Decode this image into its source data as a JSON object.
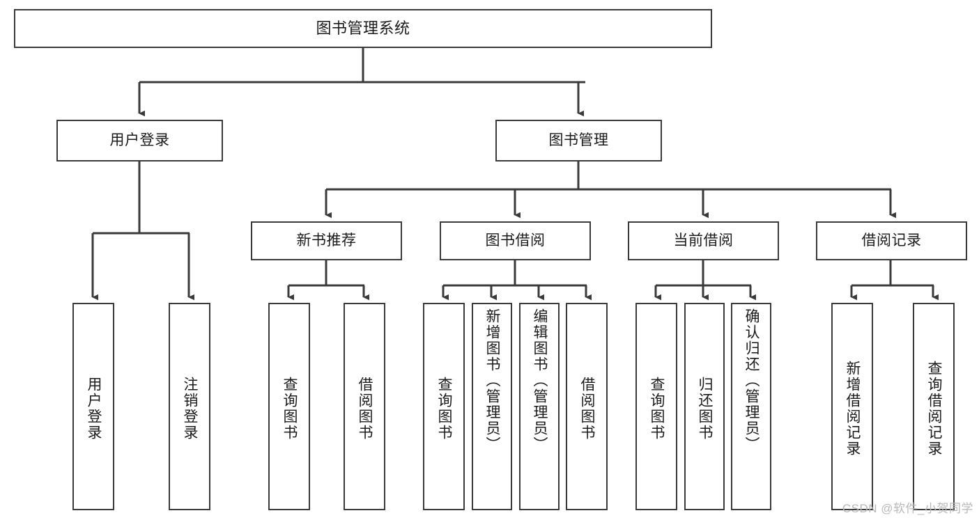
{
  "diagram": {
    "title": "图书管理系统",
    "type": "tree-hierarchy",
    "colors": {
      "stroke": "#3a3a3a",
      "fill": "#ffffff",
      "text": "#1a1a1a",
      "watermark": "#b8b8b8"
    },
    "root": {
      "label": "图书管理系统"
    },
    "level2": [
      {
        "label": "用户登录"
      },
      {
        "label": "图书管理"
      }
    ],
    "level3": [
      {
        "label": "新书推荐"
      },
      {
        "label": "图书借阅"
      },
      {
        "label": "当前借阅"
      },
      {
        "label": "借阅记录"
      }
    ],
    "leaves": {
      "user_login": [
        {
          "label": "用户登录"
        },
        {
          "label": "注销登录"
        }
      ],
      "new_book_recommend": [
        {
          "label": "查询图书"
        },
        {
          "label": "借阅图书"
        }
      ],
      "book_borrow": [
        {
          "label": "查询图书"
        },
        {
          "label": "新增图书（管理员）"
        },
        {
          "label": "编辑图书（管理员）"
        },
        {
          "label": "借阅图书"
        }
      ],
      "current_borrow": [
        {
          "label": "查询图书"
        },
        {
          "label": "归还图书"
        },
        {
          "label": "确认归还（管理员）"
        }
      ],
      "borrow_records": [
        {
          "label": "新增借阅记录"
        },
        {
          "label": "查询借阅记录"
        }
      ]
    },
    "watermark": "CSDN @软件_小贺同学"
  }
}
